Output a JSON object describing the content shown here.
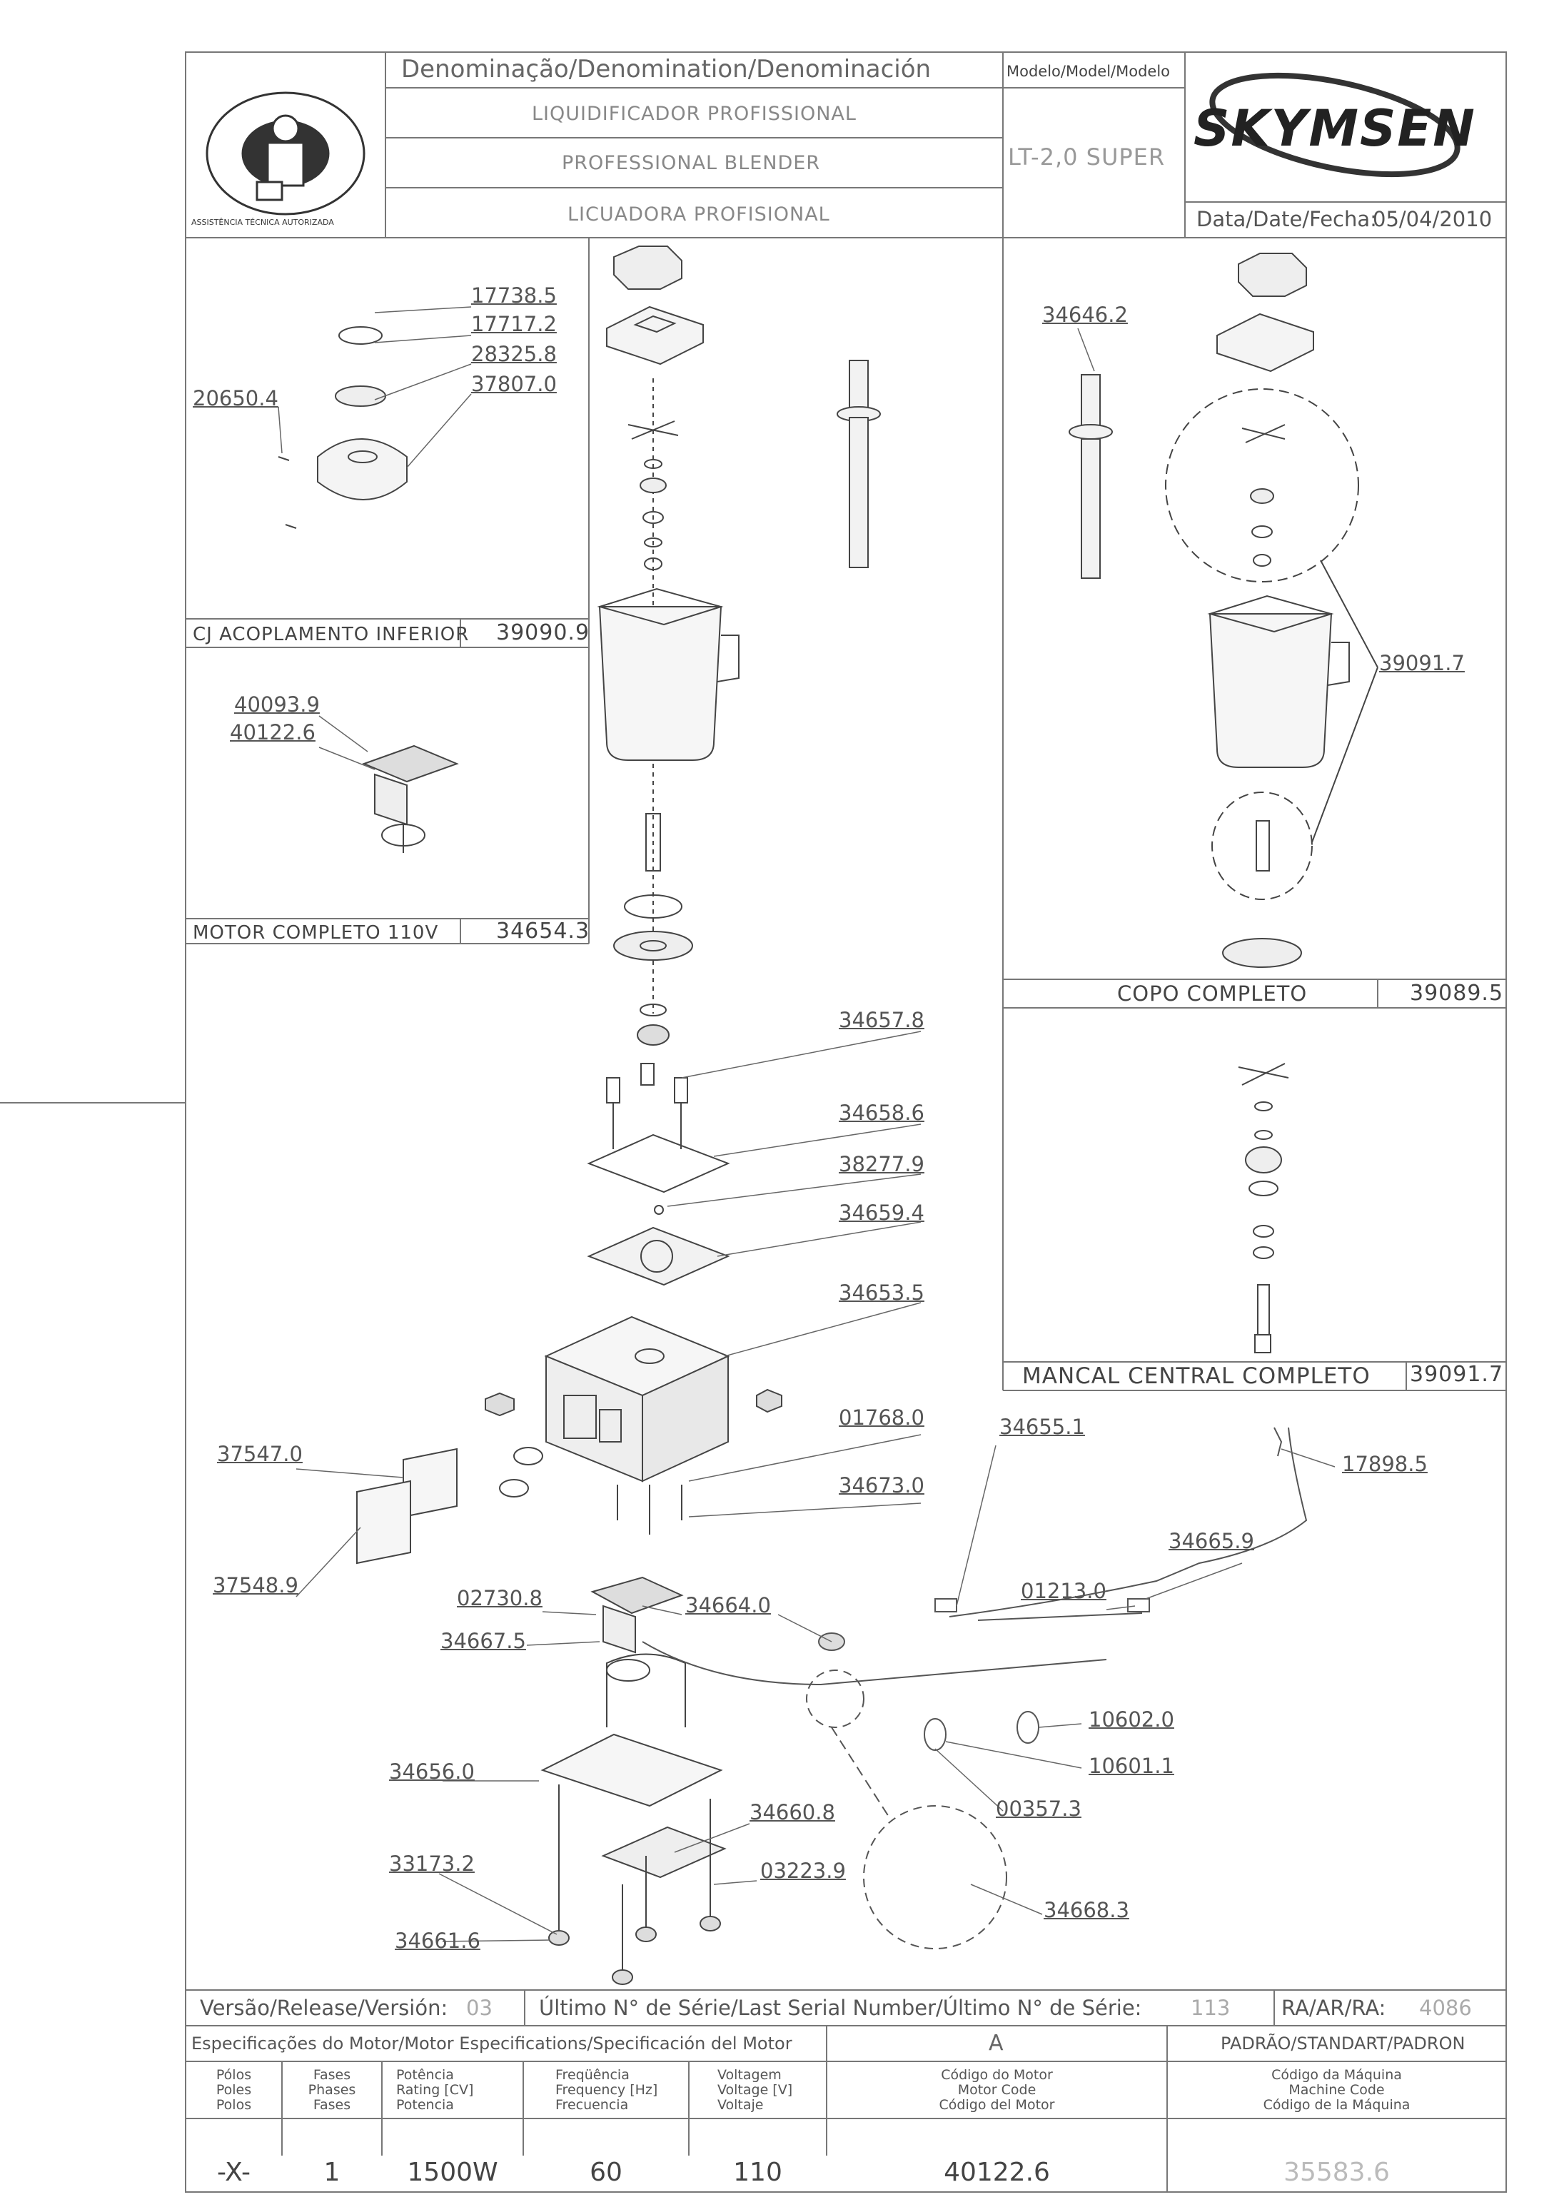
{
  "header": {
    "denomination_title": "Denominação/Denomination/Denominación",
    "name_pt": "LIQUIDIFICADOR PROFISSIONAL",
    "name_en": "PROFESSIONAL BLENDER",
    "name_es": "LICUADORA PROFISIONAL",
    "model_title": "Modelo/Model/Modelo",
    "model_value": "LT-2,0 SUPER",
    "brand": "SKYMSEN",
    "date_label": "Data/Date/Fecha:",
    "date_value": "05/04/2010",
    "seal_text": "ASSISTÊNCIA TÉCNICA AUTORIZADA"
  },
  "subassemblies": [
    {
      "name": "CJ ACOPLAMENTO INFERIOR",
      "code": "39090.9"
    },
    {
      "name": "MOTOR COMPLETO 110V",
      "code": "34654.3"
    },
    {
      "name": "COPO COMPLETO",
      "code": "39089.5"
    },
    {
      "name": "MANCAL CENTRAL COMPLETO",
      "code": "39091.7"
    }
  ],
  "parts": {
    "p17738_5": "17738.5",
    "p17717_2": "17717.2",
    "p28325_8": "28325.8",
    "p37807_0": "37807.0",
    "p20650_4": "20650.4",
    "p40093_9": "40093.9",
    "p40122_6": "40122.6",
    "p34646_2": "34646.2",
    "p39091_7": "39091.7",
    "p34657_8": "34657.8",
    "p34658_6": "34658.6",
    "p38277_9": "38277.9",
    "p34659_4": "34659.4",
    "p34653_5": "34653.5",
    "p01768_0": "01768.0",
    "p34673_0": "34673.0",
    "p34655_1": "34655.1",
    "p17898_5": "17898.5",
    "p34665_9": "34665.9",
    "p37547_0": "37547.0",
    "p37548_9": "37548.9",
    "p02730_8": "02730.8",
    "p34664_0": "34664.0",
    "p01213_0": "01213.0",
    "p34667_5": "34667.5",
    "p10602_0": "10602.0",
    "p10601_1": "10601.1",
    "p34656_0": "34656.0",
    "p00357_3": "00357.3",
    "p34660_8": "34660.8",
    "p33173_2": "33173.2",
    "p03223_9": "03223.9",
    "p34668_3": "34668.3",
    "p34661_6": "34661.6"
  },
  "footer": {
    "release_label": "Versão/Release/Versión:",
    "release_value": "03",
    "serial_label": "Último N° de Série/Last Serial Number/Último N° de Série:",
    "serial_value": "113",
    "ra_label": "RA/AR/RA:",
    "ra_value": "4086",
    "motor_spec_label": "Especificações do Motor/Motor Especifications/Specificación del Motor",
    "motor_spec_value": "A",
    "standard_label": "PADRÃO/STANDART/PADRON",
    "columns": [
      {
        "header": [
          "Pólos",
          "Poles",
          "Polos"
        ],
        "value": "-X-"
      },
      {
        "header": [
          "Fases",
          "Phases",
          "Fases"
        ],
        "value": "1"
      },
      {
        "header": [
          "Potência",
          "Rating [CV]",
          "Potencia"
        ],
        "value": "1500W"
      },
      {
        "header": [
          "Freqüência",
          "Frequency [Hz]",
          "Frecuencia"
        ],
        "value": "60"
      },
      {
        "header": [
          "Voltagem",
          "Voltage [V]",
          "Voltaje"
        ],
        "value": "110"
      },
      {
        "header": [
          "Código do Motor",
          "Motor Code",
          "Código del Motor"
        ],
        "value": "40122.6"
      },
      {
        "header": [
          "Código da Máquina",
          "Machine Code",
          "Código de la Máquina"
        ],
        "value": "35583.6"
      }
    ]
  }
}
